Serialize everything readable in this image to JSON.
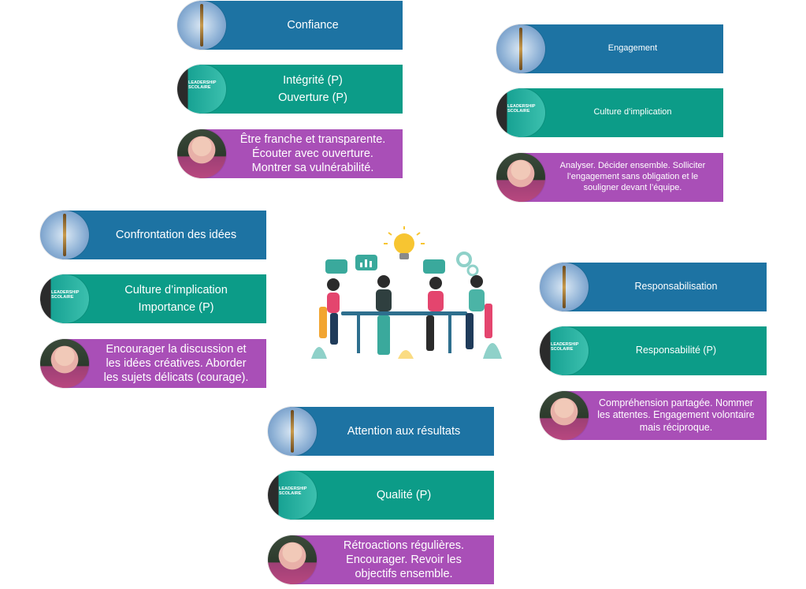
{
  "groups": {
    "confiance": {
      "title": "Confiance",
      "values": [
        "Intégrité (P)",
        "Ouverture (P)"
      ],
      "actions": [
        "Être franche et transparente.",
        "Écouter avec ouverture.",
        "Montrer sa vulnérabilité."
      ]
    },
    "engagement": {
      "title": "Engagement",
      "values": [
        "Culture d’implication"
      ],
      "actions": [
        "Analyser. Décider ensemble. Solliciter",
        "l’engagement sans obligation et le",
        "souligner devant l’équipe."
      ]
    },
    "confrontation": {
      "title": "Confrontation des idées",
      "values": [
        "Culture d’implication",
        "Importance (P)"
      ],
      "actions": [
        "Encourager la discussion et",
        "les idées créatives. Aborder",
        "les sujets délicats (courage)."
      ]
    },
    "responsabilisation": {
      "title": "Responsabilisation",
      "values": [
        "Responsabilité (P)"
      ],
      "actions": [
        "Compréhension partagée. Nommer",
        "les attentes. Engagement volontaire",
        "mais réciproque."
      ]
    },
    "resultats": {
      "title": "Attention aux résultats",
      "values": [
        "Qualité (P)"
      ],
      "actions": [
        "Rétroactions régulières.",
        "Encourager. Revoir les",
        "objectifs ensemble."
      ]
    }
  },
  "logo": {
    "title_line1": "LEADERSHIP",
    "title_line2": "SCOLAIRE"
  },
  "colors": {
    "blue": "#1d73a3",
    "teal": "#0c9c88",
    "purple": "#a94fb7"
  },
  "icons": [
    "rowing-oar-icon",
    "leadership-logo-icon",
    "portrait-photo-icon",
    "team-meeting-illustration"
  ]
}
